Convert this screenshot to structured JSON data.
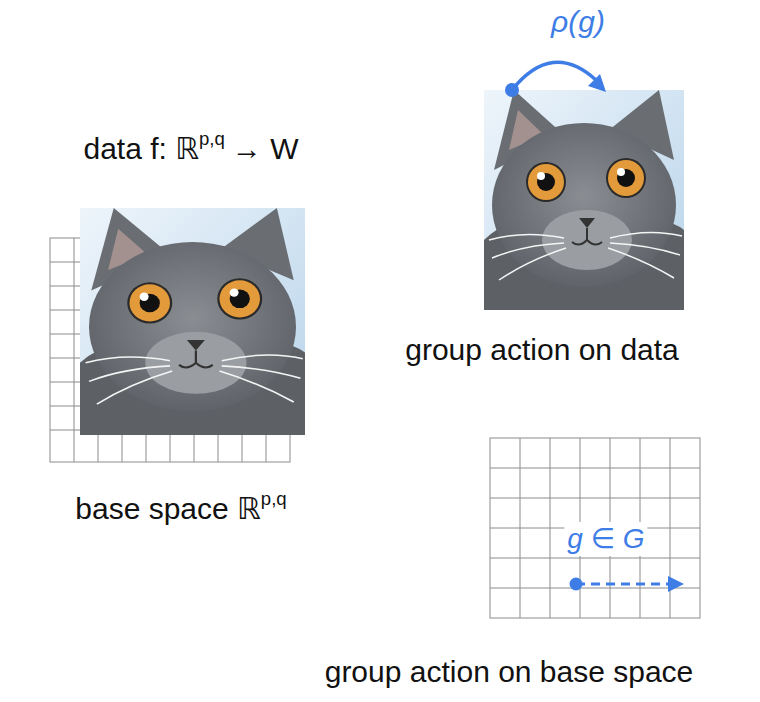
{
  "diagram": {
    "labels": [
      "data f: ℝ",
      "p,q",
      "→ W",
      "base space ℝ",
      "p,q",
      "ρ(g)",
      "group action on data",
      "g ∈ G",
      "group action on base space"
    ]
  }
}
